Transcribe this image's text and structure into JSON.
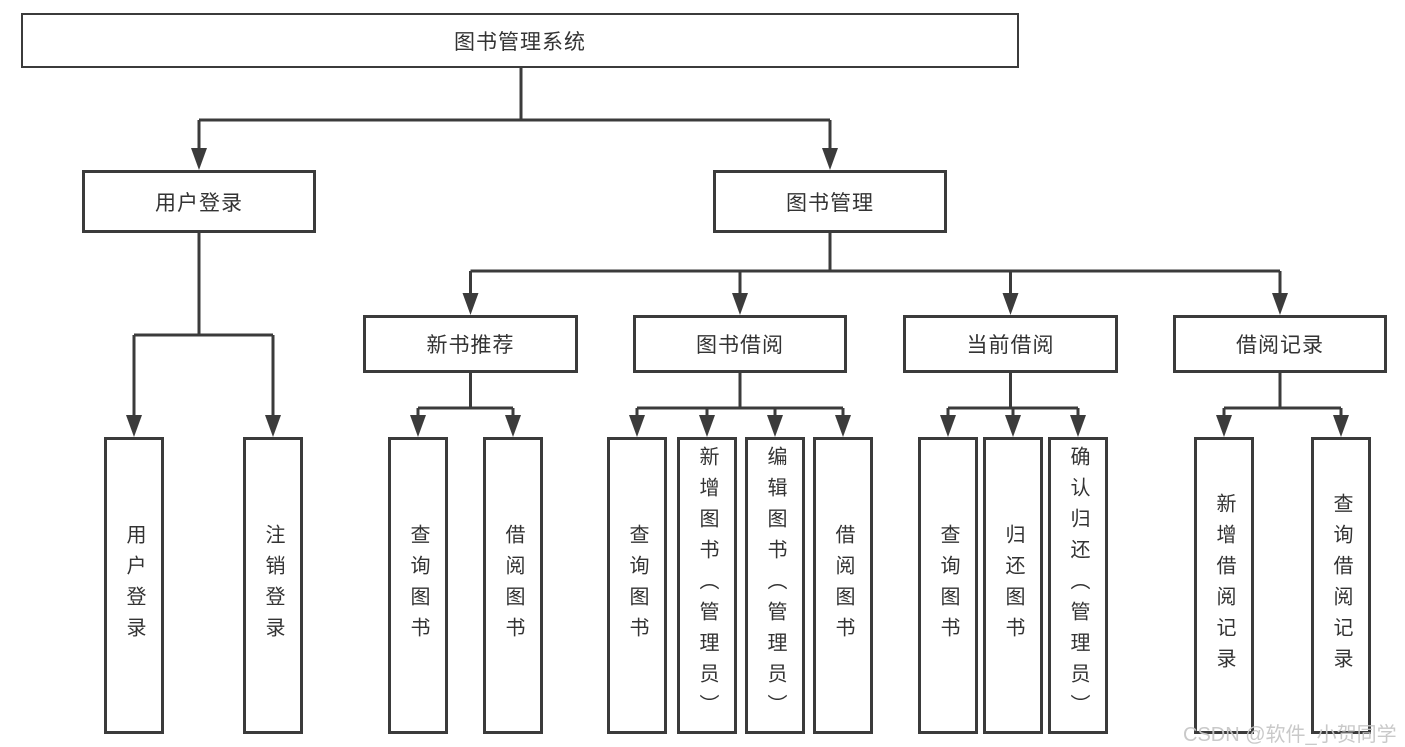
{
  "diagram": {
    "type": "hierarchy-tree",
    "root": {
      "label": "图书管理系统"
    },
    "level2": [
      {
        "id": "user-login",
        "label": "用户登录"
      },
      {
        "id": "book-management",
        "label": "图书管理"
      }
    ],
    "level3": [
      {
        "id": "new-book-recommend",
        "parent": "book-management",
        "label": "新书推荐"
      },
      {
        "id": "book-borrowing",
        "parent": "book-management",
        "label": "图书借阅"
      },
      {
        "id": "current-borrowing",
        "parent": "book-management",
        "label": "当前借阅"
      },
      {
        "id": "borrowing-records",
        "parent": "book-management",
        "label": "借阅记录"
      }
    ],
    "leaves": [
      {
        "id": "leaf-user-login",
        "parent": "user-login",
        "label": "用户登录"
      },
      {
        "id": "leaf-logout",
        "parent": "user-login",
        "label": "注销登录"
      },
      {
        "id": "leaf-query-books-recommend",
        "parent": "new-book-recommend",
        "label": "查询图书"
      },
      {
        "id": "leaf-borrow-books-recommend",
        "parent": "new-book-recommend",
        "label": "借阅图书"
      },
      {
        "id": "leaf-query-books-borrowing",
        "parent": "book-borrowing",
        "label": "查询图书"
      },
      {
        "id": "leaf-add-books-admin",
        "parent": "book-borrowing",
        "label": "新增图书（管理员）"
      },
      {
        "id": "leaf-edit-books-admin",
        "parent": "book-borrowing",
        "label": "编辑图书（管理员）"
      },
      {
        "id": "leaf-borrow-books-borrowing",
        "parent": "book-borrowing",
        "label": "借阅图书"
      },
      {
        "id": "leaf-query-books-current",
        "parent": "current-borrowing",
        "label": "查询图书"
      },
      {
        "id": "leaf-return-books",
        "parent": "current-borrowing",
        "label": "归还图书"
      },
      {
        "id": "leaf-confirm-return-admin",
        "parent": "current-borrowing",
        "label": "确认归还（管理员）"
      },
      {
        "id": "leaf-add-borrow-record",
        "parent": "borrowing-records",
        "label": "新增借阅记录"
      },
      {
        "id": "leaf-query-borrow-record",
        "parent": "borrowing-records",
        "label": "查询借阅记录"
      }
    ]
  },
  "watermark": "CSDN @软件_小贺同学",
  "colors": {
    "background": "#ffffff",
    "border": "#3b3b3b",
    "line": "#3b3b3b",
    "text": "#333333",
    "watermark": "#c6c6c6"
  }
}
